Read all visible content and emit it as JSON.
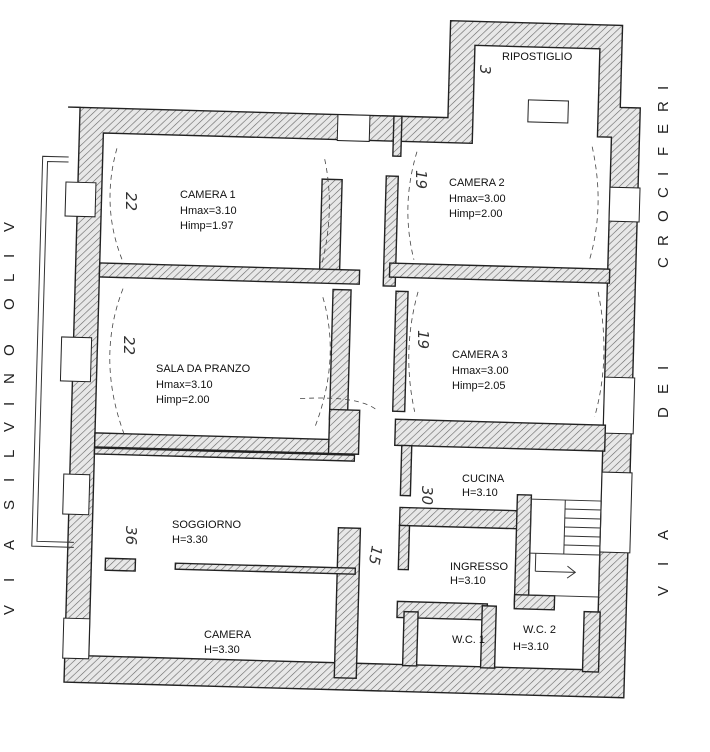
{
  "rooms": {
    "ripostiglio": {
      "name": "RIPOSTIGLIO"
    },
    "camera1": {
      "name": "CAMERA 1",
      "h1": "Hmax=3.10",
      "h2": "Himp=1.97"
    },
    "camera2": {
      "name": "CAMERA 2",
      "h1": "Hmax=3.00",
      "h2": "Himp=2.00"
    },
    "sala": {
      "name": "SALA DA PRANZO",
      "h1": "Hmax=3.10",
      "h2": "Himp=2.00"
    },
    "camera3": {
      "name": "CAMERA 3",
      "h1": "Hmax=3.00",
      "h2": "Himp=2.05"
    },
    "cucina": {
      "name": "CUCINA",
      "h1": "H=3.10"
    },
    "soggiorno": {
      "name": "SOGGIORNO",
      "h1": "H=3.30"
    },
    "ingresso": {
      "name": "INGRESSO",
      "h1": "H=3.10"
    },
    "camera": {
      "name": "CAMERA",
      "h1": "H=3.30"
    },
    "wc1": {
      "name": "W.C. 1"
    },
    "wc2": {
      "name": "W.C. 2",
      "h1": "H=3.10"
    }
  },
  "streets": {
    "left": [
      "V",
      "I",
      "A",
      "S",
      "I",
      "L",
      "V",
      "I",
      "N",
      "O",
      "O",
      "L",
      "I",
      "V"
    ],
    "right": [
      "V",
      "I",
      "A",
      "D",
      "E",
      "I",
      "C",
      "R",
      "O",
      "C",
      "I",
      "F",
      "E",
      "R",
      "I"
    ]
  },
  "handwritten": {
    "camera1": "22",
    "sala": "22",
    "camera2": "19",
    "camera3": "19",
    "cucina": "30",
    "soggiorno": "36",
    "corridoio": "15",
    "ripostiglio": "3"
  }
}
